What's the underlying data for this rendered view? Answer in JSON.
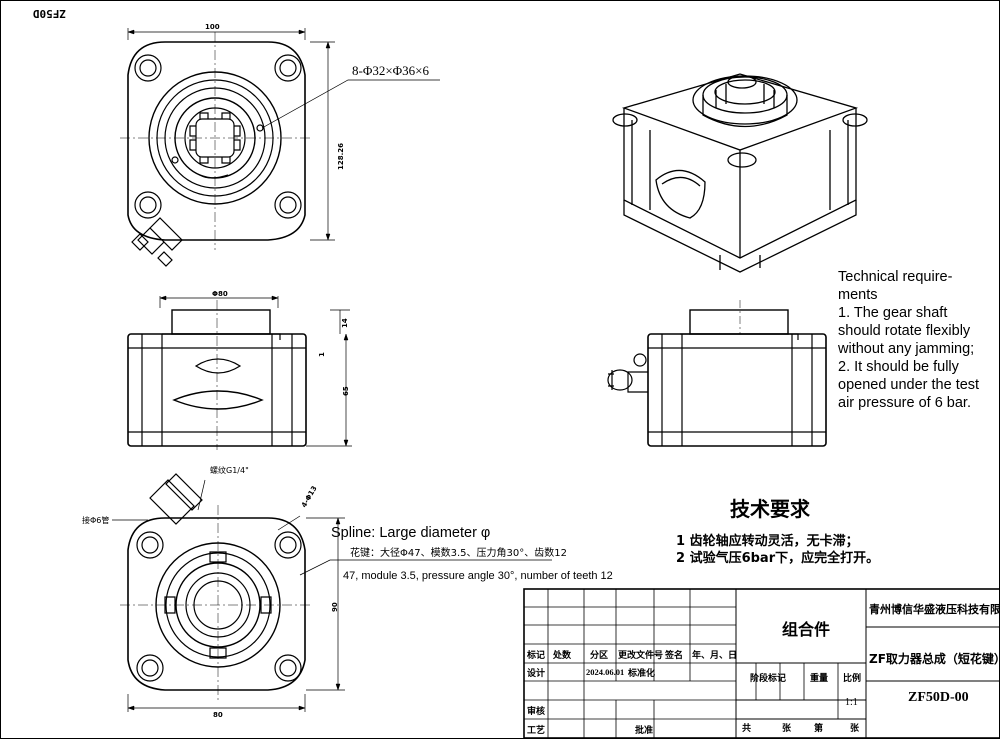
{
  "drawing_no_stamp": "ZF50D",
  "dimensions": {
    "top_width": "100",
    "top_height": "128.26",
    "holes_note": "8-Φ32×Φ36×6",
    "front_width": "Φ80",
    "front_height": "65",
    "front_top": "14",
    "front_small": "1",
    "bottom_height": "90",
    "bottom_width": "80",
    "small_dim": "4-Φ13"
  },
  "labels": {
    "thread": "螺纹G1/4\"",
    "pipe": "接Φ6管",
    "spline_en_1": "Spline: Large diameter φ",
    "spline_cn": "花键：大径Φ47、模数3.5、压力角30°、齿数12",
    "spline_en_2": "47, module 3.5, pressure angle 30°, number of teeth 12"
  },
  "technical_requirements_en": {
    "title_1": "Technical require-",
    "title_2": "ments",
    "line_1": "1. The gear shaft",
    "line_2": "should rotate flexibly",
    "line_3": "without any jamming;",
    "line_4": "2. It should be fully",
    "line_5": "opened under the test",
    "line_6": "air pressure of 6 bar."
  },
  "technical_requirements_cn": {
    "title": "技术要求",
    "item_1": "1 齿轮轴应转动灵活，无卡滞；",
    "item_2": "2 试验气压6bar下，应完全打开。"
  },
  "title_block": {
    "assembly": "组合件",
    "company": "青州博信华盛液压科技有限公司",
    "product_name": "ZF取力器总成（短花键）",
    "drawing_number": "ZF50D-00",
    "stage_mark": "阶段标记",
    "weight": "重量",
    "scale_label": "比例",
    "scale": "1:1",
    "mark": "标记",
    "count": "处数",
    "zone": "分区",
    "change_doc": "更改文件号",
    "signature": "签名",
    "date_label": "年、月、日",
    "design": "设计",
    "date": "2024.06.01",
    "standardize": "标准化",
    "review": "审核",
    "process": "工艺",
    "approve": "批准",
    "total": "共",
    "sheet": "张",
    "number": "第",
    "sheet2": "张"
  }
}
